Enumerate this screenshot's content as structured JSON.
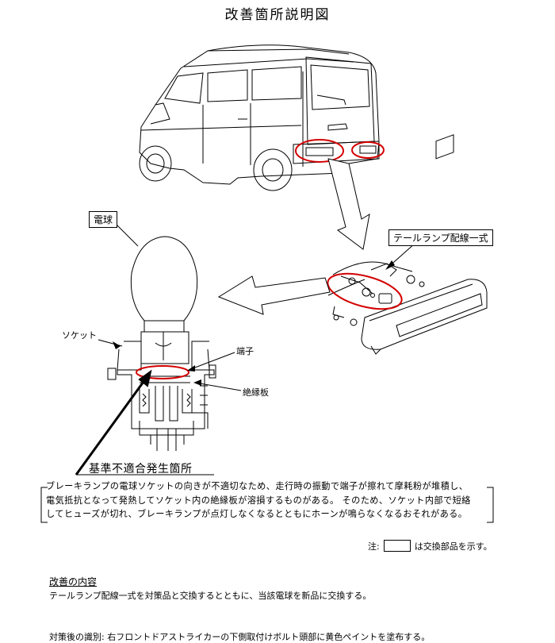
{
  "title": "改善箇所説明図",
  "labels": {
    "bulb": "電球",
    "tail_lamp_harness": "テールランプ配線一式",
    "socket": "ソケット",
    "terminal": "端子",
    "insulator": "絶縁板",
    "defect_location": "基準不適合発生箇所"
  },
  "description": [
    "ブレーキランプの電球ソケットの向きが不適切なため、走行時の振動で端子が擦れて摩耗粉が堆積し、",
    "電気抵抗となって発熱してソケット内の絶縁板が溶損するものがある。 そのため、ソケット内部で短絡",
    "してヒューズが切れ、ブレーキランプが点灯しなくなるとともにホーンが鳴らなくなるおそれがある。"
  ],
  "note": {
    "prefix": "注:",
    "suffix": "は交換部品を示す。"
  },
  "improvement": {
    "heading": "改善の内容",
    "body": "テールランプ配線一式を対策品と交換するとともに、当該電球を新品に交換する。"
  },
  "identification": "対策後の識別: 右フロントドアストライカーの下側取付けボルト頭部に黄色ペイントを塗布する。",
  "colors": {
    "highlight": "#d40000",
    "line": "#000000"
  }
}
